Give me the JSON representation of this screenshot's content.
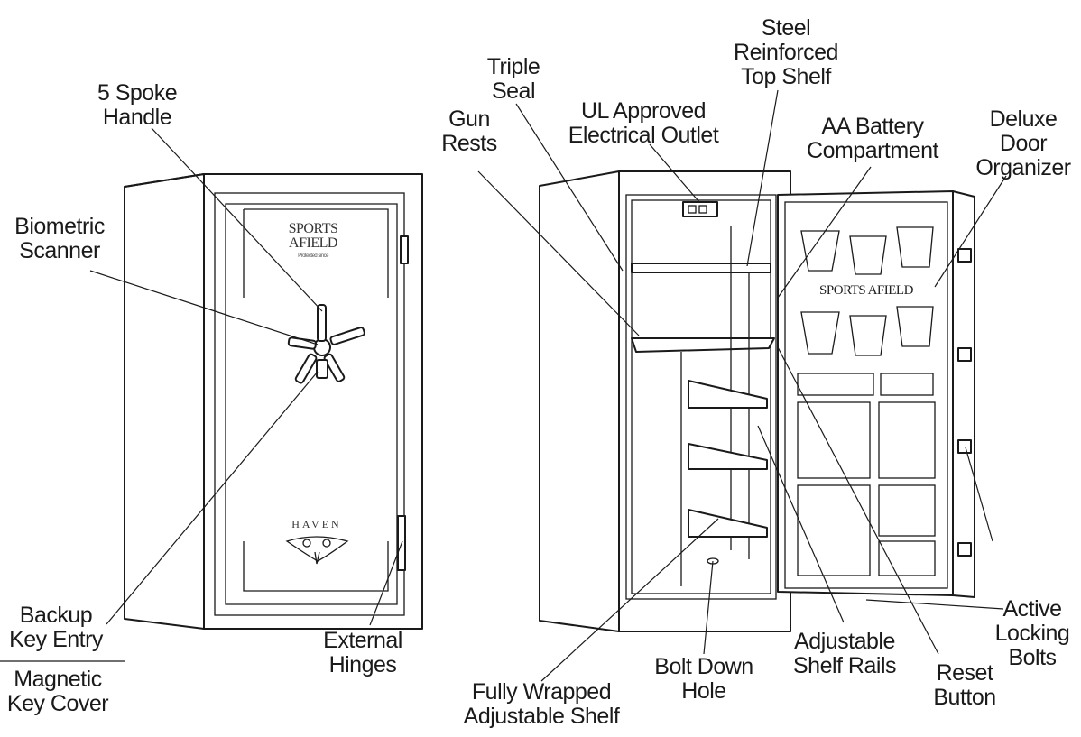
{
  "labels": {
    "spoke_handle": [
      "5 Spoke",
      "Handle"
    ],
    "biometric": [
      "Biometric",
      "Scanner"
    ],
    "backup_key": [
      "Backup",
      "Key Entry"
    ],
    "magnetic": [
      "Magnetic",
      "Key Cover"
    ],
    "external_hinges": [
      "External",
      "Hinges"
    ],
    "triple_seal": [
      "Triple",
      "Seal"
    ],
    "gun_rests": [
      "Gun",
      "Rests"
    ],
    "ul_outlet": [
      "UL Approved",
      "Electrical Outlet"
    ],
    "steel_shelf": [
      "Steel",
      "Reinforced",
      "Top Shelf"
    ],
    "aa_battery": [
      "AA Battery",
      "Compartment"
    ],
    "door_organizer": [
      "Deluxe",
      "Door",
      "Organizer"
    ],
    "locking_bolts": [
      "Active",
      "Locking",
      "Bolts"
    ],
    "reset": [
      "Reset",
      "Button"
    ],
    "shelf_rails": [
      "Adjustable",
      "Shelf Rails"
    ],
    "bolt_hole": [
      "Bolt Down",
      "Hole"
    ],
    "wrapped_shelf": [
      "Fully Wrapped",
      "Adjustable Shelf"
    ]
  },
  "branding": {
    "front_logo": [
      "SPORTS",
      "AFIELD"
    ],
    "front_tagline": "Protected since",
    "model": "HAVEN",
    "door_logo": "SPORTS AFIELD"
  }
}
